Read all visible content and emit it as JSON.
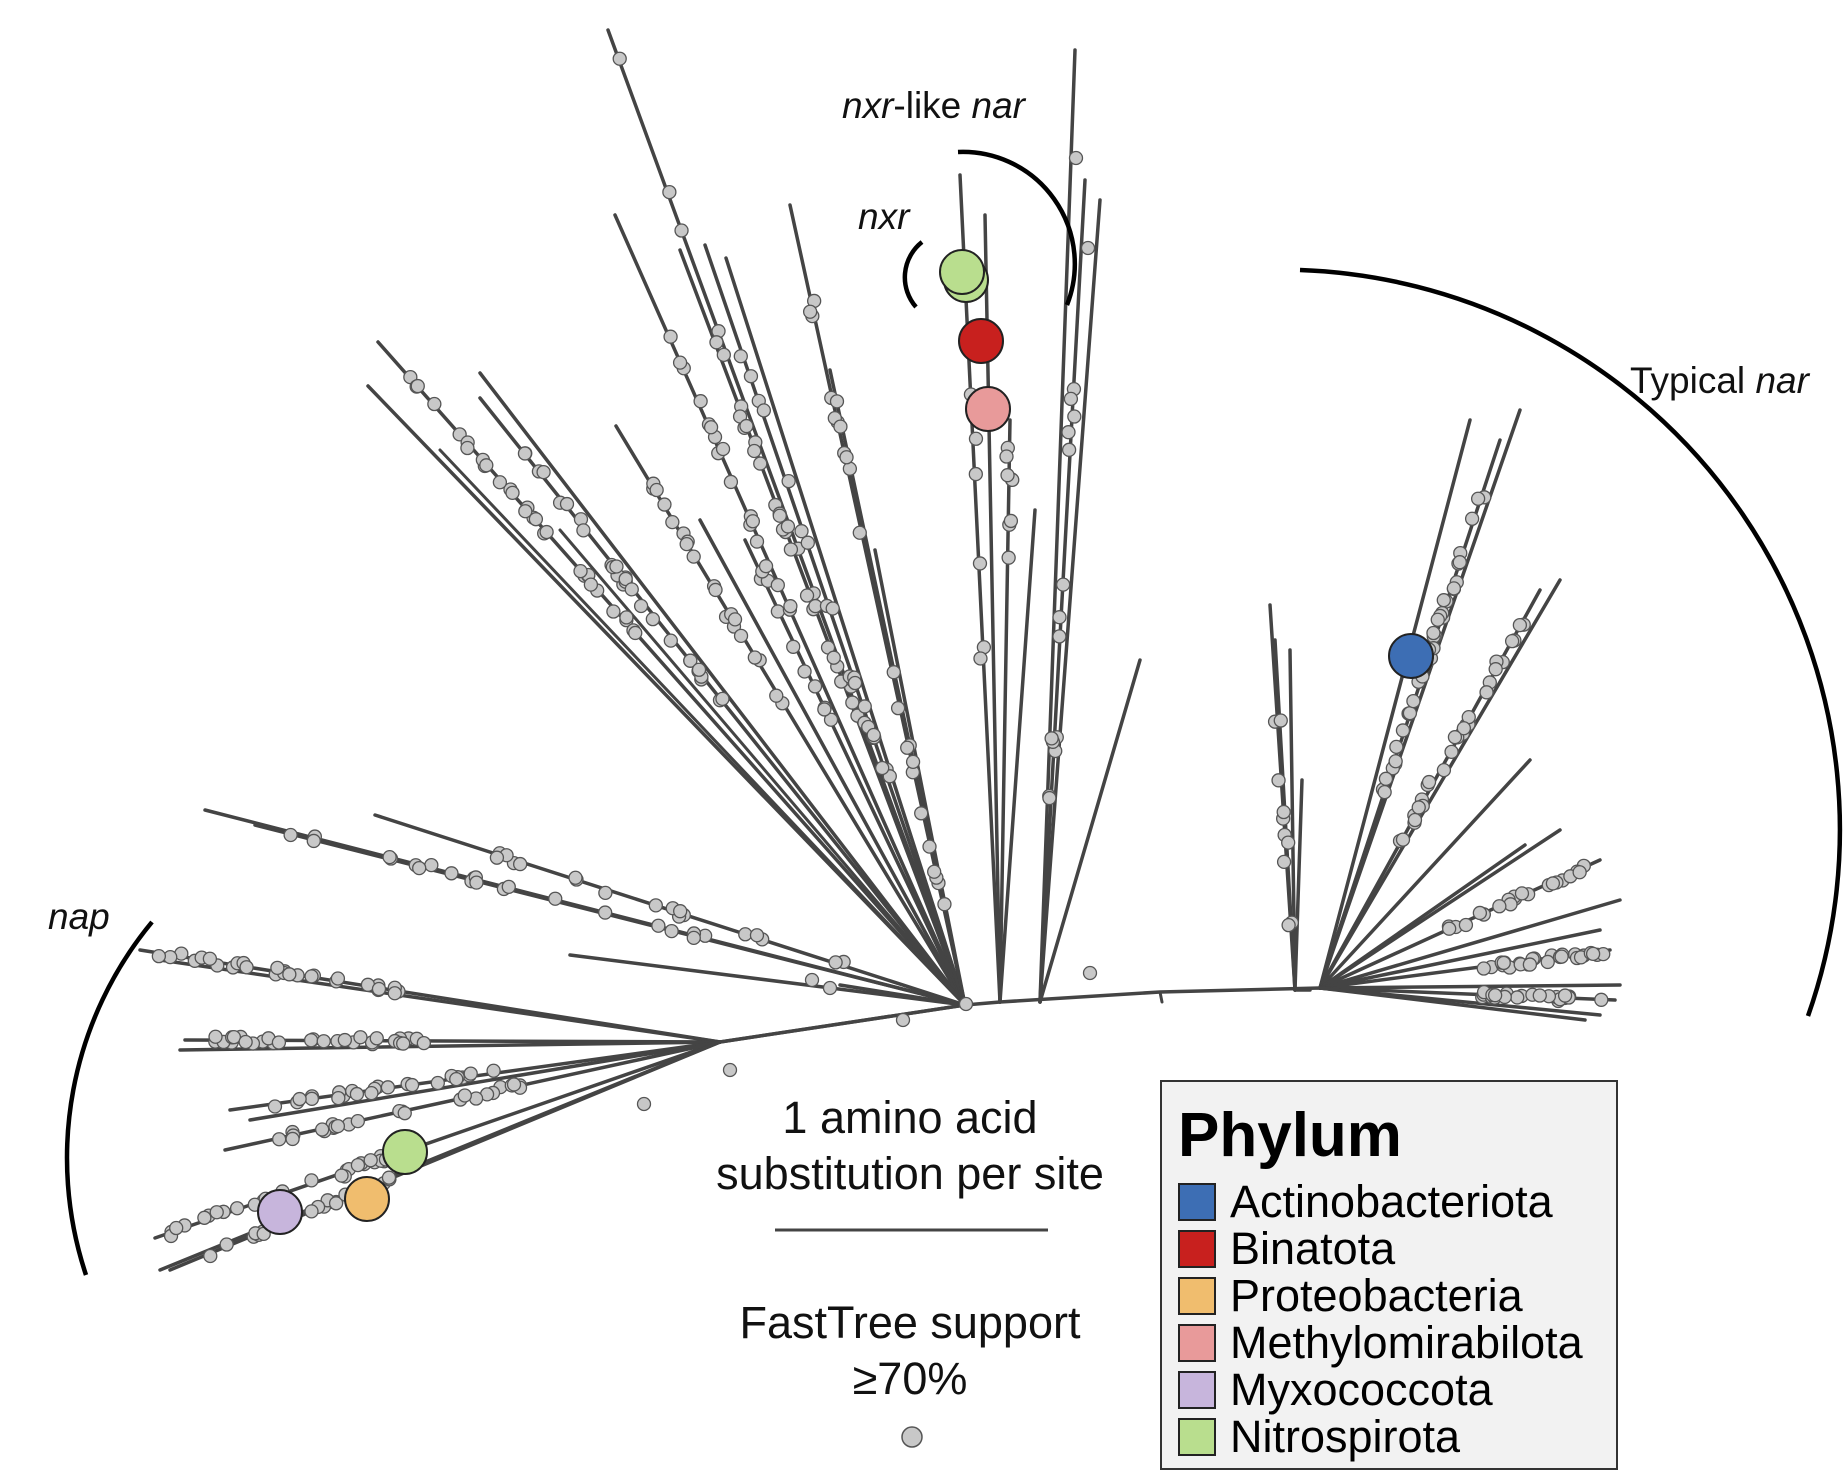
{
  "clades": {
    "nxr_like_nar": {
      "italic1": "nxr",
      "plain": "-like ",
      "italic2": "nar"
    },
    "nxr": "nxr",
    "typical_nar": {
      "plain": "Typical ",
      "italic": "nar"
    },
    "nap": "nap"
  },
  "scale_bar": {
    "line1": "1 amino acid",
    "line2": "substitution per site"
  },
  "support": {
    "line1": "FastTree support",
    "line2": "≥70%"
  },
  "legend": {
    "title": "Phylum",
    "items": [
      {
        "label": "Actinobacteriota",
        "color": "#3d6eb4"
      },
      {
        "label": "Binatota",
        "color": "#c8201e"
      },
      {
        "label": "Proteobacteria",
        "color": "#f0bd6e"
      },
      {
        "label": "Methylomirabilota",
        "color": "#e89a9a"
      },
      {
        "label": "Myxococcota",
        "color": "#c7b5dc"
      },
      {
        "label": "Nitrospirota",
        "color": "#b9de8e"
      }
    ]
  },
  "colors": {
    "branch": "#444444",
    "support_node": "#c8c8c8",
    "arc": "#000000"
  }
}
